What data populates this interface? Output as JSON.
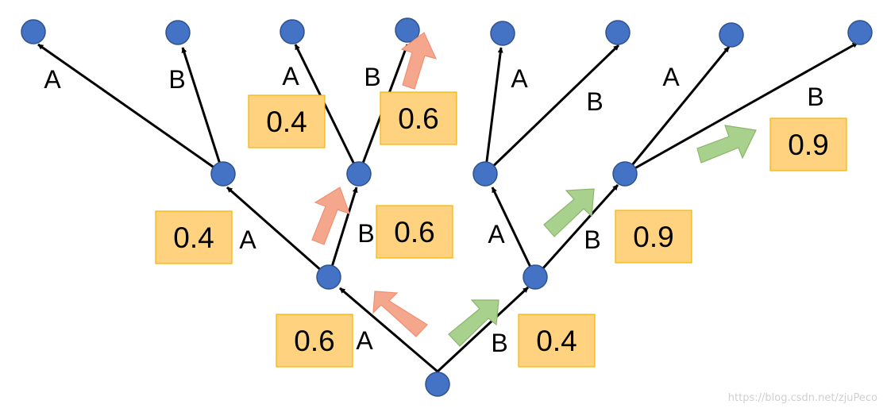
{
  "colors": {
    "node_fill": "#4472c4",
    "edge": "#000000",
    "prob_box_fill": "#ffd280",
    "prob_box_border": "#f4b400",
    "arrow_red_fill": "#f5a78d",
    "arrow_green_fill": "#a9d18e"
  },
  "edges": {
    "root_to_a": "A",
    "root_to_b": "B",
    "l1a_to_a": "A",
    "l1a_to_b": "B",
    "l1b_to_a": "A",
    "l1b_to_b": "B",
    "l2aa_to_a": "A",
    "l2aa_to_b": "B",
    "l2ab_to_a": "A",
    "l2ab_to_b": "B",
    "l2ba_to_a": "A",
    "l2ba_to_b": "B",
    "l2bb_to_a": "A",
    "l2bb_to_b": "B"
  },
  "probabilities": {
    "root_a": "0.6",
    "root_b": "0.4",
    "l1a_a": "0.4",
    "l1a_b": "0.6",
    "l1b_b": "0.9",
    "l2ab_a": "0.4",
    "l2ab_b": "0.6",
    "l2bb_b": "0.9"
  },
  "watermark": "https://blog.csdn.net/zjuPeco"
}
